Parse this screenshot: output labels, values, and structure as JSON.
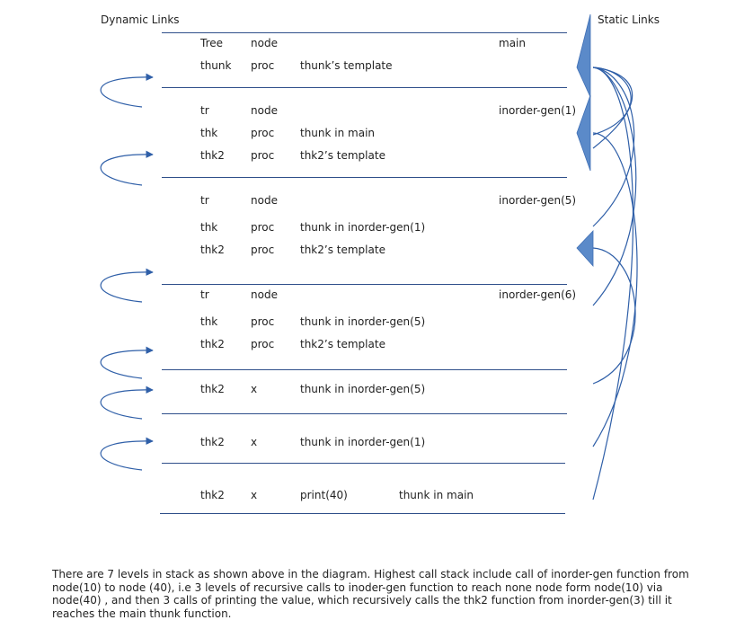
{
  "headers": {
    "dynamic": "Dynamic Links",
    "static": "Static Links"
  },
  "rows": [
    {
      "c1": "Tree",
      "c2": "node",
      "c3": "",
      "c4": "",
      "c5": "main"
    },
    {
      "c1": "thunk",
      "c2": "proc",
      "c3": "thunk’s template",
      "c4": "",
      "c5": ""
    },
    {
      "c1": "tr",
      "c2": "node",
      "c3": "",
      "c4": "",
      "c5": "inorder-gen(1)"
    },
    {
      "c1": "thk",
      "c2": "proc",
      "c3": "thunk in main",
      "c4": "",
      "c5": ""
    },
    {
      "c1": "thk2",
      "c2": "proc",
      "c3": "thk2’s template",
      "c4": "",
      "c5": ""
    },
    {
      "c1": "tr",
      "c2": "node",
      "c3": "",
      "c4": "",
      "c5": "inorder-gen(5)"
    },
    {
      "c1": "thk",
      "c2": "proc",
      "c3": "thunk in inorder-gen(1)",
      "c4": "",
      "c5": ""
    },
    {
      "c1": "thk2",
      "c2": "proc",
      "c3": "thk2’s template",
      "c4": "",
      "c5": ""
    },
    {
      "c1": "tr",
      "c2": "node",
      "c3": "",
      "c4": "",
      "c5": "inorder-gen(6)"
    },
    {
      "c1": "thk",
      "c2": "proc",
      "c3": "thunk in inorder-gen(5)",
      "c4": "",
      "c5": ""
    },
    {
      "c1": "thk2",
      "c2": "proc",
      "c3": "thk2’s template",
      "c4": "",
      "c5": ""
    },
    {
      "c1": "thk2",
      "c2": "x",
      "c3": "thunk in inorder-gen(5)",
      "c4": "",
      "c5": ""
    },
    {
      "c1": "thk2",
      "c2": "x",
      "c3": "thunk in inorder-gen(1)",
      "c4": "",
      "c5": ""
    },
    {
      "c1": "thk2",
      "c2": "x",
      "c3": "print(40)",
      "c4": "thunk in main",
      "c5": ""
    }
  ],
  "caption": "There are 7 levels in stack as shown above in the diagram. Highest call stack include call of inorder-gen function from node(10) to node (40), i.e 3 levels of recursive calls to inoder-gen function to reach none node form node(10) via node(40) , and then 3 calls of printing the value, which recursively calls the thk2 function from inorder-gen(3) till it reaches the main thunk function.",
  "colors": {
    "link": "#2f5fa8",
    "arrowhead": "#5b8ac9",
    "rule": "#2f4f8a"
  }
}
